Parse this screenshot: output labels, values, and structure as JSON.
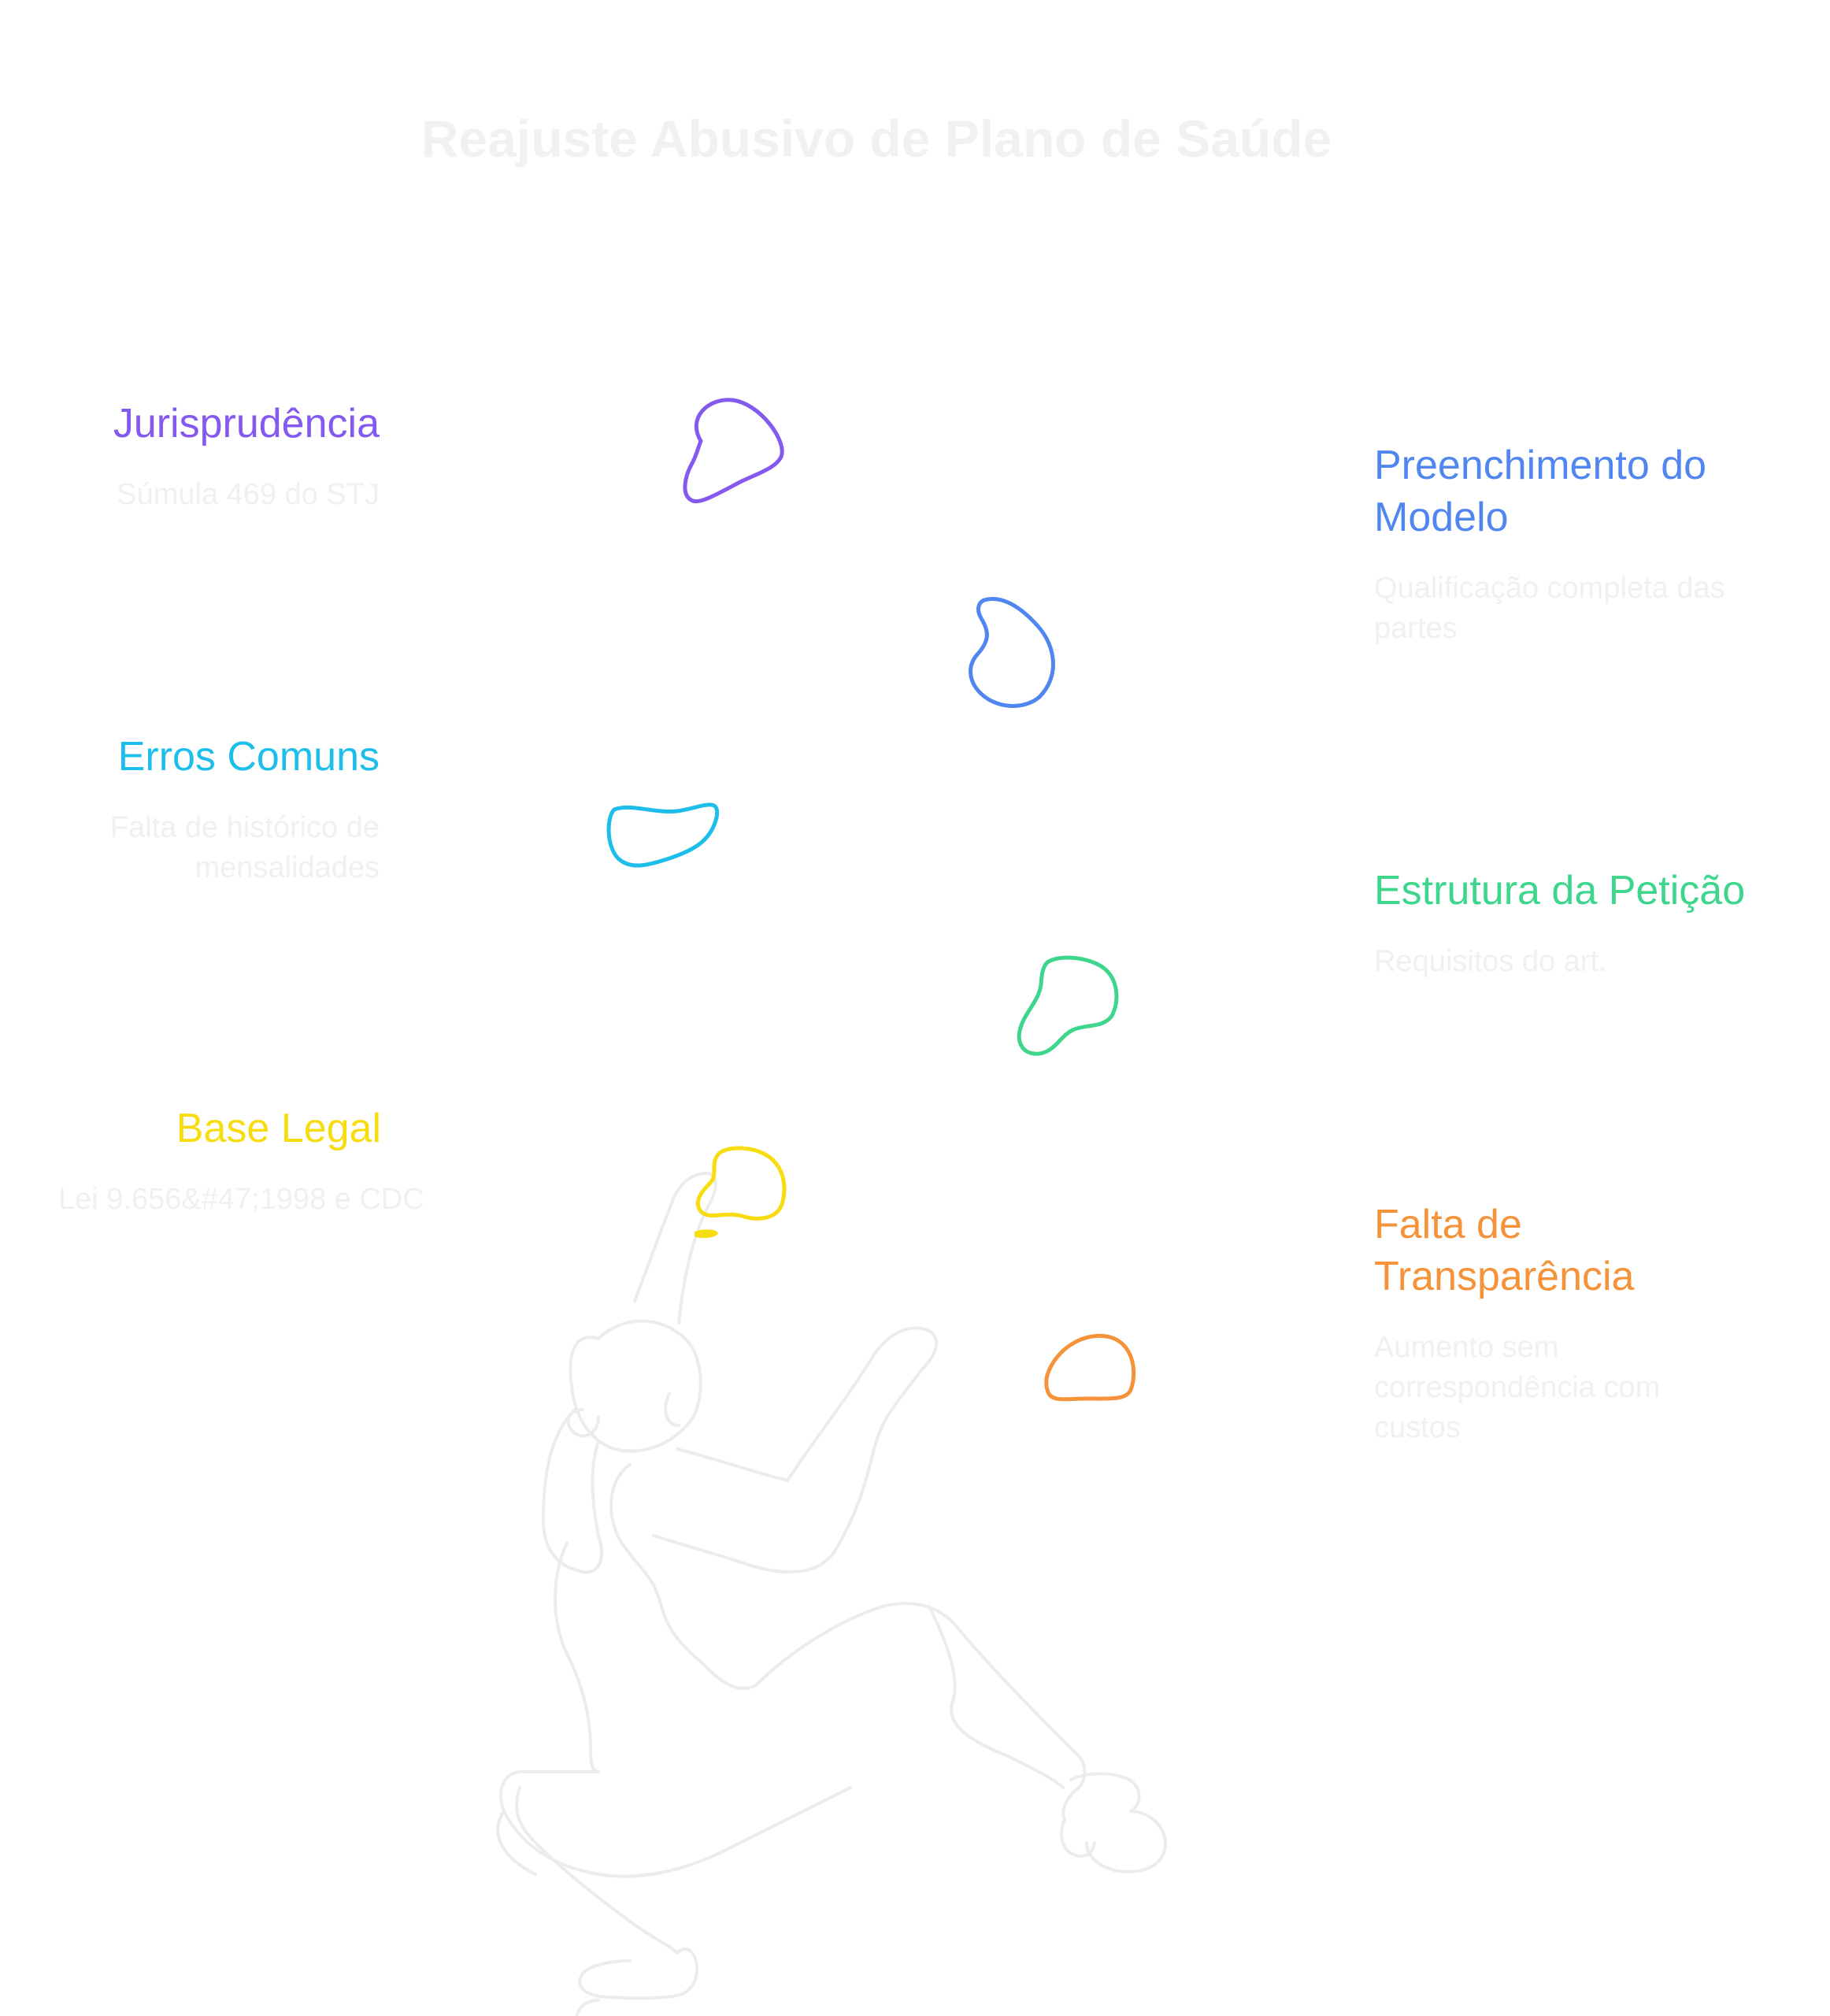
{
  "title": "Reajuste Abusivo de Plano de Saúde",
  "colors": {
    "purple": "#8459f0",
    "blue": "#4f86ef",
    "cyan": "#1ebeea",
    "green": "#3dd68c",
    "yellow": "#f7dd10",
    "orange": "#f4933a",
    "figure": "#ececec",
    "muted_text": "#f0f0f0"
  },
  "items": [
    {
      "heading": "Jurisprudência",
      "desc": "Súmula 469 do STJ",
      "color": "#8459f0",
      "icon": "blob-icon"
    },
    {
      "heading": "Preenchimento do Modelo",
      "desc": "Qualificação completa das partes",
      "color": "#4f86ef",
      "icon": "blob-icon"
    },
    {
      "heading": "Erros Comuns",
      "desc": "Falta de histórico de mensalidades",
      "color": "#1ebeea",
      "icon": "blob-icon"
    },
    {
      "heading": "Estrutura da Petição",
      "desc": "Requisitos do art.",
      "color": "#3dd68c",
      "icon": "blob-icon"
    },
    {
      "heading": "Base Legal",
      "desc": "Lei 9.656&#47;1998 e CDC",
      "color": "#f7dd10",
      "icon": "blob-icon"
    },
    {
      "heading": "Falta de Transparência",
      "desc": "Aumento sem correspondência com custos",
      "color": "#f4933a",
      "icon": "blob-icon"
    }
  ]
}
